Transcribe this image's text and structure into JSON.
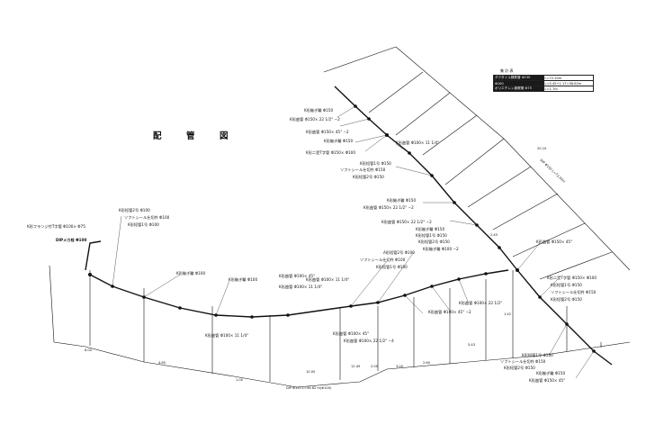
{
  "title": "配　管　図",
  "legend": {
    "title": "集 計 表",
    "rows": [
      {
        "name": "ダクタイル鋳鉄管 Φ150",
        "value": "L=72.20m"
      },
      {
        "name": "Φ100",
        "value": "L=5.45+1.17=56.62m"
      },
      {
        "name": "ポリエチレン被覆管 Φ75",
        "value": "L=1.7m"
      }
    ]
  },
  "labels": {
    "l01": "K形継ぎ輪 Φ150",
    "l02": "K形曲管 Φ150× 22 1/2°  −2",
    "l03": "K形曲管 Φ150× 45°  −2",
    "l04": "K形継ぎ輪 Φ150",
    "l05": "K形二受T字管 Φ150× Φ100",
    "l06": "K形短管1号 Φ150",
    "l07": "ソフトシール仕切弁 Φ150",
    "l08": "K形短管2号 Φ150",
    "l09": "K形曲管 Φ100× 11 1/4°",
    "l10": "K形継ぎ輪 Φ150",
    "l11": "K形曲管 Φ150× 22 1/2°  −2",
    "l12": "K形曲管 Φ150× 22 1/2°  −2",
    "l13": "K形継ぎ輪 Φ150",
    "l14": "K形短管1号 Φ150",
    "l15": "K形短管2号 Φ150",
    "l16": "K形曲管 Φ150× 45°",
    "l17": "K形二受T字管 Φ150× Φ100",
    "l18": "K形短管1号 Φ150",
    "l19": "ソフトシール仕切弁 Φ150",
    "l20": "K形短管2号 Φ150",
    "l21": "K形短管2号 Φ100",
    "l22": "ソフトシール仕切弁 Φ100",
    "l23": "K形短管1号 Φ100",
    "l24": "K形フランジ付T字管 Φ100× Φ75",
    "l25": "DIPメカ栓 Φ100",
    "l26": "K形継ぎ輪 Φ100",
    "l27": "K形継ぎ輪 Φ100",
    "l28": "K形曲管 Φ100× 11 1/4°",
    "l29": "K形曲管 Φ100× 45°",
    "l30": "K形曲管 Φ100× 11 1/4°",
    "l31": "A形短管2号 Φ100",
    "l32": "ソフトシール仕切弁 Φ100",
    "l33": "K形短管1号 Φ100",
    "l34": "K形曲管 Φ100× 45°",
    "l35": "K形曲管 Φ100× 22 1/2°  −4",
    "l36": "K形継ぎ輪 Φ100 −2",
    "l37": "K形曲管 Φ100× 45°  −2",
    "l38": "K形曲管 Φ100× 22 1/2°",
    "l39": "K形曲管 Φ100× 11 1/4°",
    "l40": "K形短管1号 Φ150",
    "l41": "ソフトシール仕切弁 Φ150",
    "l42": "K形短管2号 Φ150",
    "l43": "K形継ぎ輪 Φ150",
    "l44": "K形曲管 Φ150× 45°"
  },
  "dims": {
    "d1": "1.00",
    "d2": "4.80",
    "d3": "8.00",
    "d4": "10.00",
    "d5": "12.45",
    "d6": "2.60",
    "d7": "5.43",
    "d8": "20.10",
    "d9": "DIP Φ150 L=56.62 m(Φ100)",
    "d10": "DIP Φ150 L=72.20m",
    "d11": "3.00",
    "d12": "2.00",
    "d13": "1.42",
    "d14": "2.45"
  }
}
